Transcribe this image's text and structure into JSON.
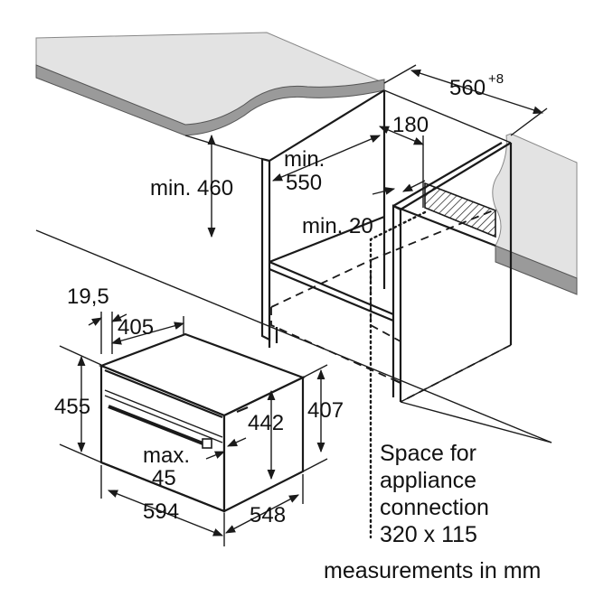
{
  "dimensions": {
    "niche_depth": "560",
    "niche_depth_tolerance": "+8",
    "vent_offset": "180",
    "min_height_above": "min. 460",
    "min_width_line1": "min.",
    "min_width_line2": "550",
    "min_gap": "min. 20",
    "front_offset": "19,5",
    "top_depth": "405",
    "oven_height": "455",
    "inner_height": "442",
    "side_height": "407",
    "handle_max_line1": "max.",
    "handle_max_line2": "45",
    "oven_width": "594",
    "oven_depth": "548"
  },
  "connection_note": {
    "line1": "Space for",
    "line2": "appliance",
    "line3": "connection",
    "line4": "320 x 115"
  },
  "units_note": "measurements in mm",
  "colors": {
    "countertop_top": "#dcdcdc",
    "countertop_edge": "#9a9a9a",
    "line": "#1a1a1a",
    "background": "#ffffff"
  }
}
